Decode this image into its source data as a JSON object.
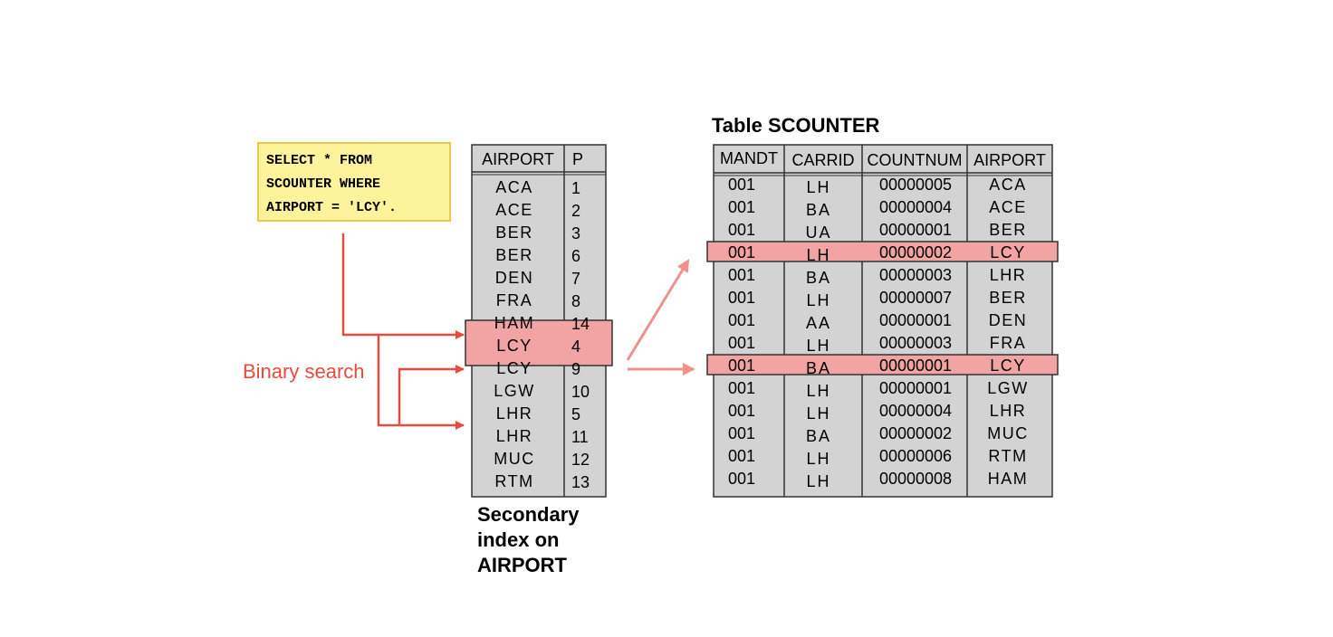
{
  "query": {
    "lines": [
      "SELECT * FROM",
      "SCOUNTER WHERE",
      "AIRPORT = 'LCY'."
    ]
  },
  "index": {
    "headers": [
      "AIRPORT",
      "P"
    ],
    "rows": [
      [
        "ACA",
        "1"
      ],
      [
        "ACE",
        "2"
      ],
      [
        "BER",
        "3"
      ],
      [
        "BER",
        "6"
      ],
      [
        "DEN",
        "7"
      ],
      [
        "FRA",
        "8"
      ],
      [
        "HAM",
        "14"
      ],
      [
        "LCY",
        "4"
      ],
      [
        "LCY",
        "9"
      ],
      [
        "LGW",
        "10"
      ],
      [
        "LHR",
        "5"
      ],
      [
        "LHR",
        "11"
      ],
      [
        "MUC",
        "12"
      ],
      [
        "RTM",
        "13"
      ]
    ],
    "highlighted_rows": [
      7,
      8
    ],
    "caption_lines": [
      "Secondary",
      "index on",
      "AIRPORT"
    ]
  },
  "table": {
    "title": "Table SCOUNTER",
    "headers": [
      "MANDT",
      "CARRID",
      "COUNTNUM",
      "AIRPORT"
    ],
    "rows": [
      [
        "001",
        "LH",
        "00000005",
        "ACA"
      ],
      [
        "001",
        "BA",
        "00000004",
        "ACE"
      ],
      [
        "001",
        "UA",
        "00000001",
        "BER"
      ],
      [
        "001",
        "LH",
        "00000002",
        "LCY"
      ],
      [
        "001",
        "BA",
        "00000003",
        "LHR"
      ],
      [
        "001",
        "LH",
        "00000007",
        "BER"
      ],
      [
        "001",
        "AA",
        "00000001",
        "DEN"
      ],
      [
        "001",
        "LH",
        "00000003",
        "FRA"
      ],
      [
        "001",
        "BA",
        "00000001",
        "LCY"
      ],
      [
        "001",
        "LH",
        "00000001",
        "LGW"
      ],
      [
        "001",
        "LH",
        "00000004",
        "LHR"
      ],
      [
        "001",
        "BA",
        "00000002",
        "MUC"
      ],
      [
        "001",
        "LH",
        "00000006",
        "RTM"
      ],
      [
        "001",
        "LH",
        "00000008",
        "HAM"
      ]
    ],
    "highlighted_rows": [
      3,
      8
    ]
  },
  "binary_search_label": "Binary search",
  "colors": {
    "query_bg": "#fdf39a",
    "query_border": "#e9c84a",
    "table_bg": "#d3d3d3",
    "highlight": "#f2a3a3",
    "arrow_dark": "#e64b3c",
    "arrow_light": "#f0928c"
  }
}
